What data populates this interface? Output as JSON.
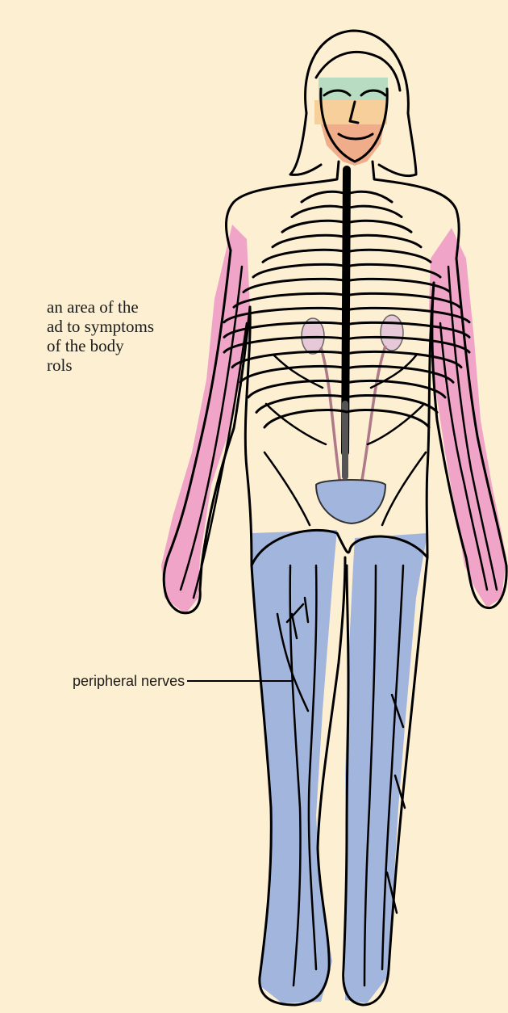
{
  "caption_lines": [
    "an area of the",
    "ad to symptoms",
    "of the body",
    "rols"
  ],
  "labels": {
    "peripheral_nerves": "peripheral nerves"
  },
  "colors": {
    "background": "#fdefd2",
    "arm_shading": "#f0a5c8",
    "leg_bladder_shading": "#a2b5dc",
    "face_upper": "#b7dcc2",
    "face_middle": "#f6cf9a",
    "face_lower": "#f0ad8a",
    "kidney": "#e6c8d8",
    "ureter": "#b0798a",
    "outline": "#000000"
  }
}
